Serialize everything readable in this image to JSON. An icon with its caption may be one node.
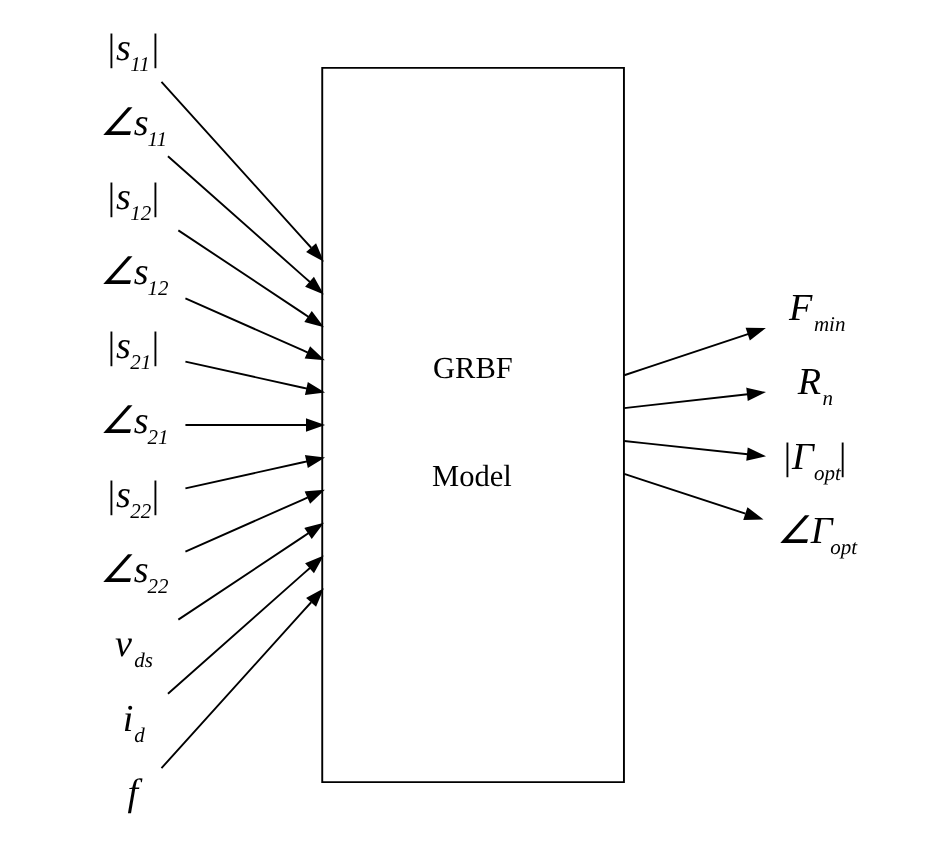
{
  "diagram": {
    "nodes": [
      {
        "text": [
          "|s$_{11}$|"
        ]
      },
      {
        "text": [
          "∠s$_{11}$"
        ]
      },
      {
        "text": [
          "|s$_{12}$|"
        ]
      },
      {
        "text": [
          "∠s$_{12}$"
        ]
      },
      {
        "text": [
          "|s$_{21}$|"
        ]
      },
      {
        "text": [
          "∠s$_{21}$"
        ]
      },
      {
        "text": [
          "|s$_{22}$|"
        ]
      },
      {
        "text": [
          "∠s$_{22}$"
        ]
      },
      {
        "text": [
          "v$_{ds}$"
        ]
      },
      {
        "text": [
          "i$_{d}$"
        ]
      },
      {
        "text": [
          "f"
        ]
      },
      {
        "text": [
          "GRBF",
          "Model"
        ]
      },
      {
        "text": [
          "F$_{min}$"
        ]
      },
      {
        "text": [
          "R$_{n}$"
        ]
      },
      {
        "text": [
          "|Γ$_{opt}$|"
        ]
      },
      {
        "text": [
          "∠Γ$_{opt}$"
        ]
      }
    ],
    "edges": [
      {
        "from": 0,
        "to": 11,
        "arrow": "to"
      },
      {
        "from": 1,
        "to": 11,
        "arrow": "to"
      },
      {
        "from": 2,
        "to": 11,
        "arrow": "to"
      },
      {
        "from": 3,
        "to": 11,
        "arrow": "to"
      },
      {
        "from": 4,
        "to": 11,
        "arrow": "to"
      },
      {
        "from": 5,
        "to": 11,
        "arrow": "to"
      },
      {
        "from": 6,
        "to": 11,
        "arrow": "to"
      },
      {
        "from": 7,
        "to": 11,
        "arrow": "to"
      },
      {
        "from": 8,
        "to": 11,
        "arrow": "to"
      },
      {
        "from": 9,
        "to": 11,
        "arrow": "to"
      },
      {
        "from": 10,
        "to": 11,
        "arrow": "to"
      },
      {
        "from": 11,
        "to": 12,
        "arrow": "to"
      },
      {
        "from": 11,
        "to": 13,
        "arrow": "to"
      },
      {
        "from": 11,
        "to": 14,
        "arrow": "to"
      },
      {
        "from": 11,
        "to": 15,
        "arrow": "to"
      }
    ]
  }
}
